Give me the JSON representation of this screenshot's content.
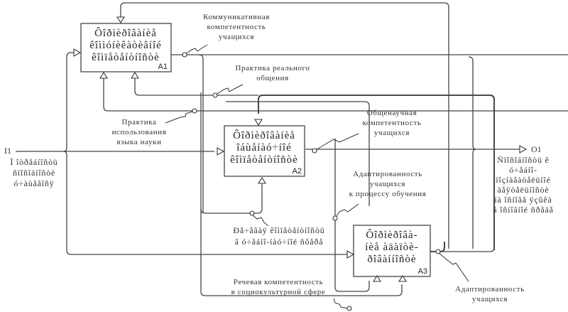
{
  "diagram": {
    "type": "IDEF0",
    "boxes": [
      {
        "id": "A1",
        "lines": [
          "Ôîðìèðîâàíèå",
          "êîììóíèêàòèâíîé",
          "êîìïåòåíòíîñòè"
        ]
      },
      {
        "id": "A2",
        "lines": [
          "Ôîðìèðîâàíèå",
          "îáùåíàó÷íîé",
          "êîìïåòåíòíîñòè"
        ]
      },
      {
        "id": "A3",
        "lines": [
          "Ôîðìèðîâà-",
          "íèå àäàïòè-",
          "ðîâàííîñòè"
        ]
      }
    ],
    "input": {
      "code": "I1",
      "lines": [
        "Ï îòðåáíîñòü",
        "ñïîñîáíîñòè",
        "ó÷àùåãîñÿ"
      ]
    },
    "output": {
      "code": "O1",
      "lines": [
        "Ñïîñîáíîñòü ê",
        "ó÷åáíî-",
        "ïîçíàâàòåëüíîé",
        "äåÿòåëüíîñòè",
        "íà îñíîâå ÿçûêà",
        "â îñíîâíîé ñðåäå"
      ]
    },
    "arrow_labels": {
      "communicative": [
        "Коммуникативная",
        "компетентность",
        "учащихся"
      ],
      "real_practice": [
        "Практика реального",
        "общения"
      ],
      "science_language": [
        "Практика",
        "использования",
        "языка науки"
      ],
      "general_scientific": [
        "Общенаучная",
        "компетентность",
        "учащихся"
      ],
      "adaptation_process": [
        "Адаптированность",
        "учащихся",
        "к процессу обучения"
      ],
      "speech_garbled": [
        "Ðå÷åâàÿ êîìïåòåíòíîñòü",
        "â ó÷åáíî-íàó÷íîé ñôåðå"
      ],
      "speech_sociocultural": [
        "Речевая компетентность",
        "в социокультурной сфере"
      ],
      "adaptation": [
        "Адаптированность",
        "учащихся"
      ]
    }
  }
}
